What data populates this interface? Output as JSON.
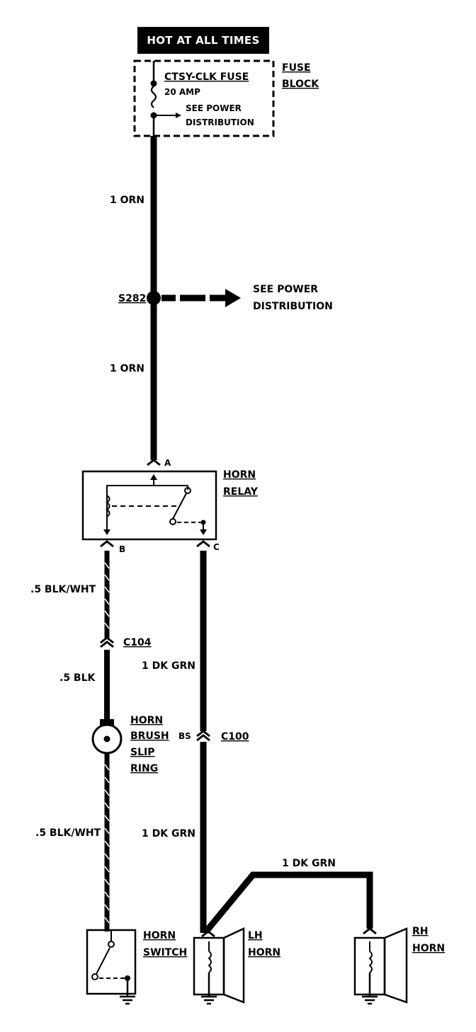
{
  "header": "HOT AT ALL TIMES",
  "fuse_block": {
    "title": "FUSE",
    "title2": "BLOCK",
    "fuse_name": "CTSY-CLK FUSE",
    "fuse_rating": "20 AMP",
    "see_line1": "SEE POWER",
    "see_line2": "DISTRIBUTION"
  },
  "wires": {
    "w1": "1 ORN",
    "w2": "1 ORN",
    "w3": ".5 BLK/WHT",
    "w4": ".5 BLK",
    "w5": "1 DK GRN",
    "w6": "1 DK GRN",
    "w7": "1 DK GRN",
    "w8": ".5 BLK/WHT"
  },
  "splice": {
    "id": "S282",
    "see_line1": "SEE POWER",
    "see_line2": "DISTRIBUTION"
  },
  "horn_relay": {
    "label1": "HORN",
    "label2": "RELAY",
    "pin_a": "A",
    "pin_b": "B",
    "pin_c": "C"
  },
  "connectors": {
    "c104": "C104",
    "c100": "C100",
    "c100_pin": "BS"
  },
  "brush": {
    "l1": "HORN",
    "l2": "BRUSH",
    "l3": "SLIP",
    "l4": "RING"
  },
  "horn_switch": {
    "l1": "HORN",
    "l2": "SWITCH"
  },
  "lh_horn": {
    "l1": "LH",
    "l2": "HORN"
  },
  "rh_horn": {
    "l1": "RH",
    "l2": "HORN"
  }
}
